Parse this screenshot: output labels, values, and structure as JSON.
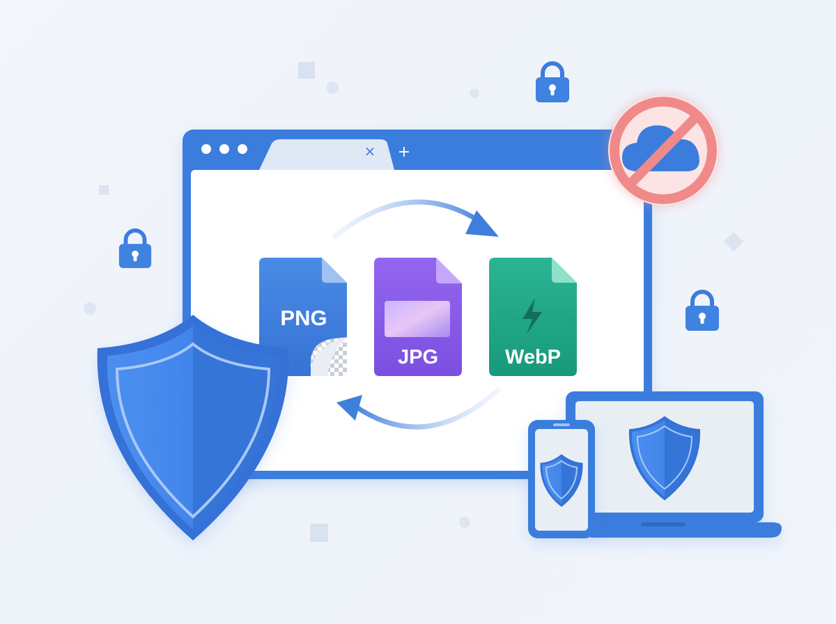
{
  "browser": {
    "tab_close_glyph": "×",
    "new_tab_glyph": "+"
  },
  "files": {
    "png": {
      "label": "PNG",
      "color": "#3f7fdc"
    },
    "jpg": {
      "label": "JPG",
      "color": "#8b5ce6"
    },
    "webp": {
      "label": "WebP",
      "color": "#1fa687"
    }
  },
  "icons": {
    "main_shield": "shield-icon",
    "no_cloud": "no-cloud-icon",
    "locks": "lock-icon",
    "devices": [
      "smartphone-icon",
      "laptop-icon"
    ],
    "conversion": "conversion-arrows-icon",
    "webp_symbol": "lightning-bolt-icon"
  },
  "colors": {
    "primary_blue": "#3b7ddd",
    "dark_blue": "#2f6fd0",
    "light_blue": "#dbe8fa",
    "prohibition_red": "#f08a8a",
    "background": "#f1f5fb"
  }
}
